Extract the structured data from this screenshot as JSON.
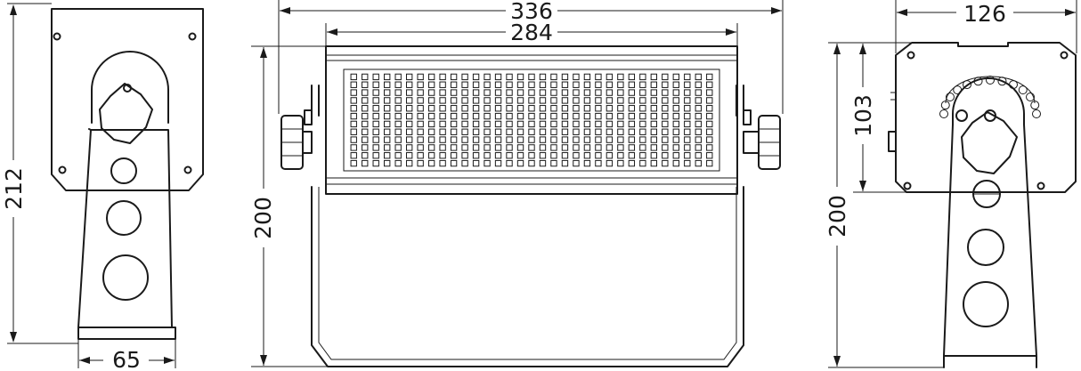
{
  "dimensions": {
    "side_left_height": "212",
    "side_left_width": "65",
    "front_total_width": "336",
    "front_body_width": "284",
    "front_height": "200",
    "side_right_width": "126",
    "side_right_height": "200",
    "side_right_head_height": "103"
  },
  "led_grid": {
    "columns": 33,
    "rows": 12
  }
}
